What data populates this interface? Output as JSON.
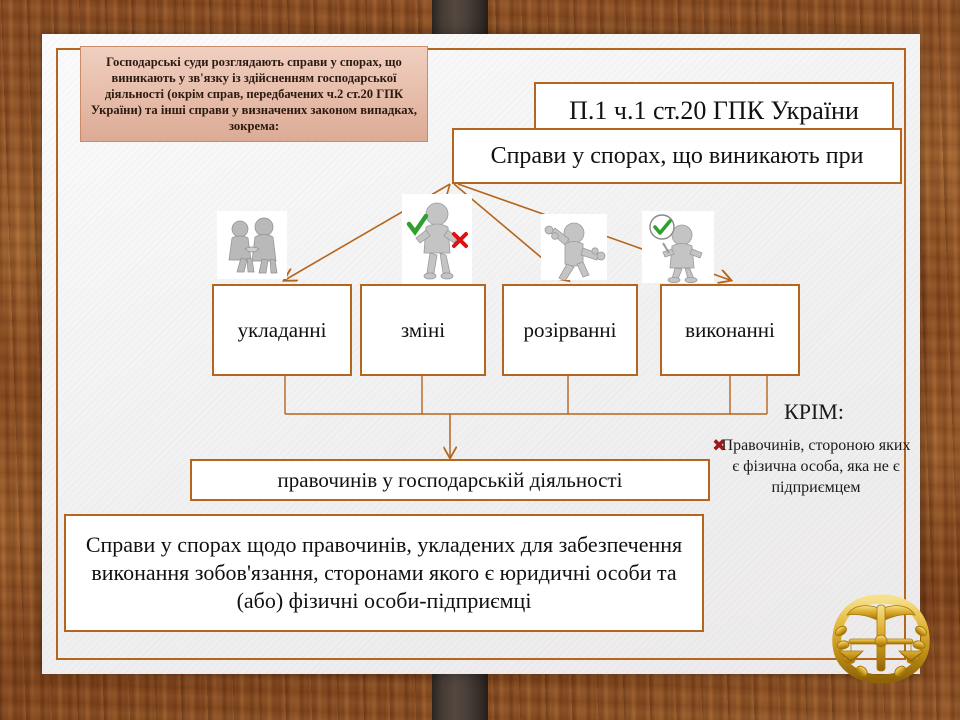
{
  "slide": {
    "title_box": "Господарські суди розглядають справи у спорах, що виникають у зв'язку із здійсненням господарської діяльності (окрім справ, передбачених ч.2 ст.20 ГПК України) та інші справи у визначених законом випадках, зокрема:",
    "law_reference": "П.1 ч.1 ст.20 ГПК України",
    "disputes_header": "Справи у спорах, що виникають при",
    "branches": [
      {
        "label": "укладанні",
        "icon": "handshake-clipart"
      },
      {
        "label": "зміні",
        "icon": "check-cross-figure-clipart"
      },
      {
        "label": "розірванні",
        "icon": "breaking-figure-clipart"
      },
      {
        "label": "виконанні",
        "icon": "approved-figure-clipart"
      }
    ],
    "deals_box": "правочинів у господарській діяльності",
    "summary_box": "Справи у спорах щодо правочинів, укладених для забезпечення виконання зобов'язання, сторонами якого є юридичні особи та (або) фізичні особи-підприємці",
    "exception": {
      "title": "КРІМ:",
      "marker": "✖",
      "text": "Правочинів, стороною яких є фізична особа, яка не є підприємцем"
    },
    "emblem": "judicial-scales-emblem"
  },
  "colors": {
    "border": "#b5651d",
    "title_fill_top": "#f0cfc0",
    "title_fill_bottom": "#dcab95",
    "marker_red": "#9b1b1b",
    "emblem_gold": "#d9a827",
    "panel": "#f4f3f2",
    "wood": "#8d4e20"
  }
}
